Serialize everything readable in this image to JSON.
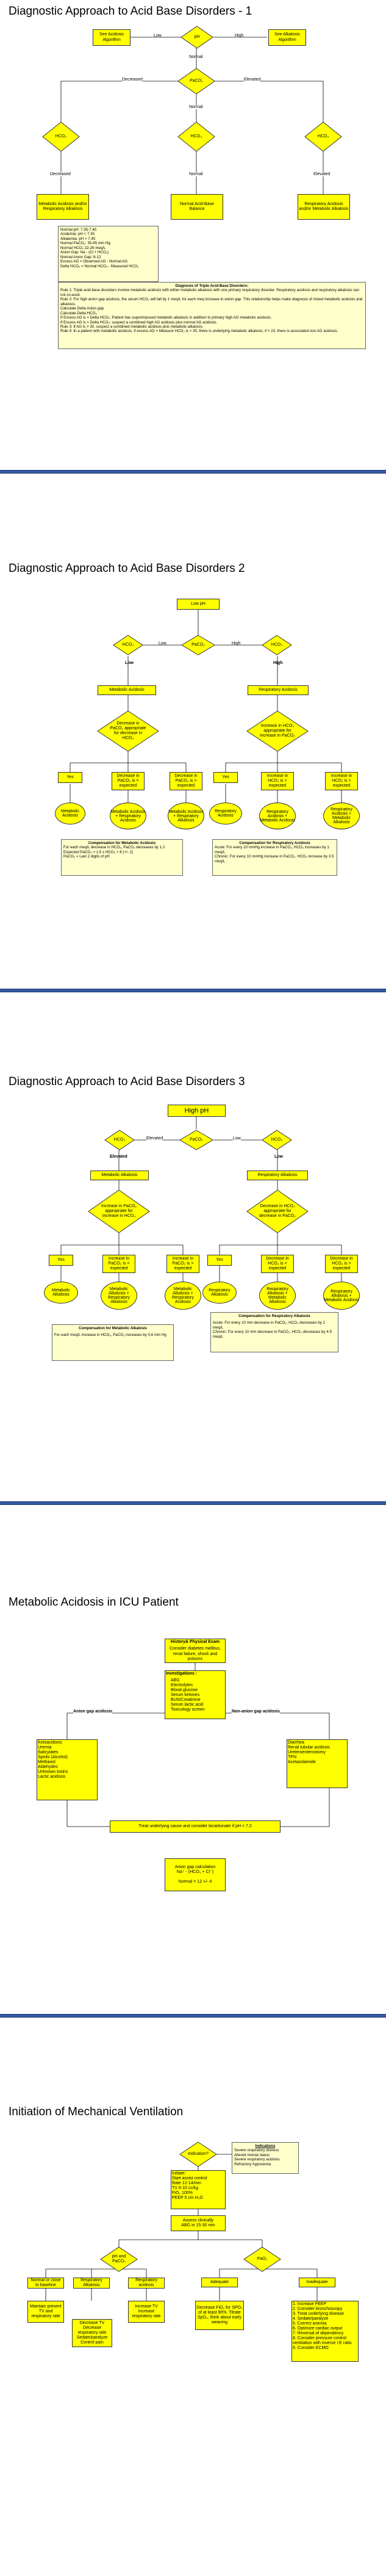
{
  "s1": {
    "title": "Diagnostic Approach to Acid Base Disorders - 1",
    "see_acidosis": "See Acidosis Algorithm",
    "see_alkalosis": "See Alkalosis Algorithm",
    "ph": "pH",
    "low": "Low",
    "high": "High",
    "normal": "Normal",
    "decreased": "Decreased",
    "elevated": "Elevated",
    "paco2": "PaCO₂",
    "hco3": "HCO₃",
    "out_left": "Metabolic Acidosis and/or Respiratory Alkalosis",
    "out_mid": "Normal Acid-Base Balance",
    "out_right": "Respiratory Acidosis and/or Metabolic Alkalosis",
    "normals": "Normal pH: 7.35-7.45\nAcidemia: pH < 7.35\nAlkalemia: pH > 7.45\nNormal PaCO₂: 35-45 mm Hg\nNormal HCO₃ 22-26 meq/L\nAnion Gap: Na - (Cl + HCO₃)\nNormal Anion Gap: 8-12\nExcess AG = Observed AG - Normal AG\nDelta HCO₃ = Normal HCO₃ - Measured HCO₃",
    "triple_title": "Diagnosis of Triple Acid-Base Disorders:",
    "triple_body": "Rule 1: Triple acid-base disorders involve metabolic acidosis with either metabolic alkalosis with one primary respiratory disorder. Respiratory acidosis and respiratory alkalosis can not co-exist.\nRule 2: For high anion gap acidosis, the serum HCO₃ will fall by 1 meq/L for each meq increase in anion gap. This relationship helps make diagnosis of mixed metabolic acidosis and alkalosis.\nCalculate Delta Anion gap\nCalculate Delta HCO₃\nIf Excess AG is = Delta HCO₃: Patient has superimposed metabolic alkalosis in addition to primary high AG metabolic acidosis.\nIf Excess AG is < Delta HCO₃: suspect a combined high AG acidosis plus normal AG acidosis.\nRule 3: If AG is > 30, suspect a combined metabolic acidosis plus metabolic alkalosis.\nRule 4: In a patient with metabolic acidosis, if excess AG = Measure HCO₃ is > 30, there is underlying metabolic alkalosis; if < 23, there is associated non AG acidosis."
  },
  "s2": {
    "title": "Diagnostic Approach to Acid Base Disorders 2",
    "low_ph": "Low pH",
    "hco3": "HCO₃",
    "paco2": "PaCO₂",
    "low": "Low",
    "high": "High",
    "met_acid": "Metabolic Acidosis",
    "resp_acid": "Respiratory Acidosis",
    "q_left": "Decrease in PaCO₂ appropriate for decrease in HCO₃",
    "q_right": "Increase in HCO₃ appropriate for increase in PaCO₂",
    "yes": "Yes",
    "dec_paco2": "Decrease in PaCO₂ is < expected",
    "dec_paco2b": "Decrease in PaCO₂ is > expected",
    "inc_hco3": "Increase in HCO₃ is < expected",
    "inc_hco3b": "Increase in HCO₃ is > expected",
    "o1": "Metabolic Acidosis",
    "o2": "Metabolic Acidosis + Respiratory Acidosis",
    "o3": "Metabolic Acidosis + Respiratory Alkalosis",
    "o4": "Respiratory Acidosis",
    "o5": "Respiratory Acidosis + Metabolic Acidosis",
    "o6": "Respiratory Acidosis + Metabolic Alkalosis",
    "comp_left_title": "Compensation for Metabolic Acidosis",
    "comp_left_body": "For each meq/L decrease in HCO₃, PaCO₂ decreases by 1.2\nExpected PaCO₂ = 1.5 x HCO₃ + 8 (+/- 2)\nPaCO₂ = Last 2 digits of pH",
    "comp_right_title": "Compensation for Respiratory Acidosis",
    "comp_right_body": "Acute: For every 10 mmHg increase in PaCO₂, HCO₃ increases by 1 meq/L\nChronic: For every 10 mmHg increase in PaCO₂, HCO₃ increase by 3.5 meq/L"
  },
  "s3": {
    "title": "Diagnostic Approach to Acid Base Disorders 3",
    "high_ph": "High pH",
    "hco3": "HCO₃",
    "paco2": "PaCO₂",
    "elevated": "Elevated",
    "low": "Low",
    "met_alk": "Metabolic Alkalosis",
    "resp_alk": "Respiratory Alkalosis",
    "q_left": "Increase in PaCO₂ appropriate for increase in HCO₃",
    "q_right": "Decrease in HCO₃ appropriate for decrease in PaCO₂",
    "yes": "Yes",
    "l2": "Increase in PaCO₂ is < expected",
    "l3": "Increase in PaCO₂ is > expected",
    "r2": "Decrease in HCO₃ is < expected",
    "r3": "Decrease in HCO₃ is > expected",
    "o1": "Metabolic Alkalosis",
    "o2": "Metabolic Alkalosis + Respiratory Alkalosis",
    "o3": "Metabolic Alkalosis + Respiratory Acidosis",
    "o4": "Respiratory Alkalosis",
    "o5": "Respiratory Alkalosis + Metabolic Alkalosis",
    "o6": "Respiratory Alkalosis + Metabolic Acidosis",
    "comp_left_title": "Compensation for Metabolic Alkalosis",
    "comp_left_body": "For each meq/L increase in HCO₃, PaCO₂ increases by 0.6 mm Hg",
    "comp_right_title": "Compensation for Respiratory Alkalosis",
    "comp_right_body": "Acute: For every 10 mm decrease in PaCO₂, HCO₃ decreases by 2 meq/L\nChronic: For every 10 mm decrease in PaCO₂, HCO₃ decreases by 4-5 meq/L"
  },
  "s4": {
    "title": "Metabolic Acidosis in ICU Patient",
    "hist": "History& Physical Exam",
    "consider": "Consider diabetes mellitus, renal failure, shock and poisons",
    "inv_title": "Investigations :",
    "inv": "ABG\nElectrolytes\nBlood glucose\nSerum ketones\nBUN/Creatinine\nSerum lactic acid\nToxicology screen",
    "anion": "Anion gap acidosis",
    "nonanion": "Non-anion gap acidosis",
    "left_list": "Ketoacidosis\nUremia\nSalicylates\nSpirits (Alcohol)\nMethanol\nAldehydes\nUnknown toxins\nLactic acidosis",
    "right_list": "Diarrhea\nRenal tubular acidosis\nUreteroenterostomy\nTPN\nAcetazolamide",
    "treat": "Treat underlying cause and consider bicarbonate if pH < 7.2",
    "calc": "Anion gap calculation\nNa⁺ - (HCO₃ + Cl⁻)\n\nNormal = 12 +/- 4"
  },
  "s5": {
    "title": "Initiation of Mechanical Ventilation",
    "indication": "Indication?",
    "ind_title": "Indications",
    "ind_body": "Severe respiratory distress\nAltered mental status\nSevere respiratory acidosis\nRefractory hypoxemia",
    "initiate": "Initiate:\nStart assist control\nRate 12-14/min\nTV 6-10 cc/kg\nFiO₂ 100%\nPEEP 5 cm H₂O",
    "abg": "Assess clinically\nABG in 15-30 min",
    "ph_co2": "pH and PaCO₂",
    "pao2": "PaO₂",
    "normal": "Normal or close to baseline",
    "resp_alk": "Respiratory Alkalosis",
    "resp_acid": "Respiratory acidosis",
    "adequate": "Adequate",
    "inadequate": "Inadequate",
    "maintain": "Maintain present TV and respiratory rate",
    "dec_rate": "Decrease TV Decrease respiratory rate Sedate/paralyze Control pain",
    "inc_tv": "Increase TV Increase respiratory rate",
    "dec_fio2": "Decrease FiO₂ for SPO₂ of at least 90%. Titrate SpO₂, think about early weaning",
    "list": "1.  Increase PEEP\n2.  Consider bronchoscopy\n3.  Treat underlying disease\n4.  Sedate/paralyze\n5.  Correct anemia\n6.  Optimize cardiac output\n7.  Reversal of dependency\n8.  Consider pressure control ventilation with inverse I:E ratio\n9.  Consider ECMO"
  }
}
